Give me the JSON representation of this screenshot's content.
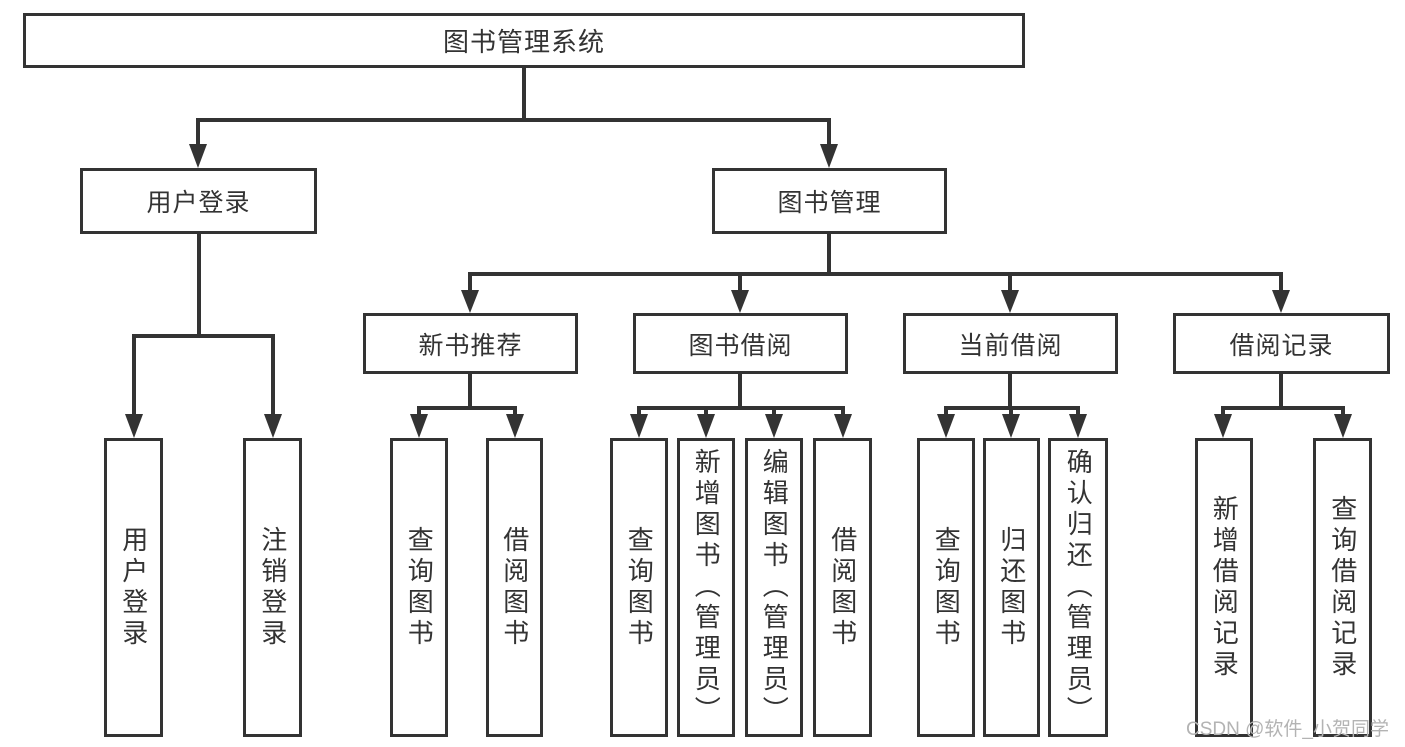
{
  "tree": {
    "label": "图书管理系统",
    "children": [
      {
        "label": "用户登录",
        "children": [
          {
            "label": "用户登录"
          },
          {
            "label": "注销登录"
          }
        ]
      },
      {
        "label": "图书管理",
        "children": [
          {
            "label": "新书推荐",
            "children": [
              {
                "label": "查询图书"
              },
              {
                "label": "借阅图书"
              }
            ]
          },
          {
            "label": "图书借阅",
            "children": [
              {
                "label": "查询图书"
              },
              {
                "label": "新增图书（管理员）"
              },
              {
                "label": "编辑图书（管理员）"
              },
              {
                "label": "借阅图书"
              }
            ]
          },
          {
            "label": "当前借阅",
            "children": [
              {
                "label": "查询图书"
              },
              {
                "label": "归还图书"
              },
              {
                "label": "确认归还（管理员）"
              }
            ]
          },
          {
            "label": "借阅记录",
            "children": [
              {
                "label": "新增借阅记录"
              },
              {
                "label": "查询借阅记录"
              }
            ]
          }
        ]
      }
    ]
  },
  "watermark": "CSDN @软件_小贺同学",
  "colors": {
    "line": "#333333",
    "box_border": "#333333",
    "text": "#333333",
    "watermark": "#b3b3b3",
    "background": "#ffffff"
  }
}
